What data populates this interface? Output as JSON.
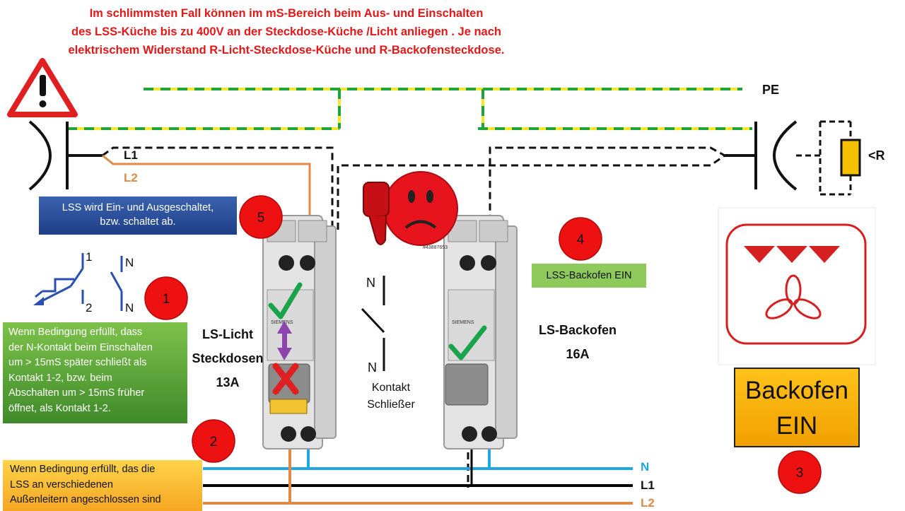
{
  "title_lines": [
    "Im schlimmsten Fall können im  mS-Bereich beim Aus- und Einschalten",
    "des LSS-Küche bis zu 400V an der Steckdose-Küche  /Licht anliegen . Je nach",
    "elektrischem  Widerstand  R-Licht-Steckdose-Küche  und   R-Backofensteckdose."
  ],
  "labels": {
    "pe": "PE",
    "l1_top": "L1",
    "l2_top": "L2",
    "resistor": "<R",
    "switch_1": "1",
    "switch_2": "2",
    "switch_n1": "N",
    "switch_n2": "N",
    "ls_licht": [
      "LS-Licht",
      "Steckdosen",
      "13A"
    ],
    "ls_backofen": [
      "LS-Backofen",
      "16A"
    ],
    "kontakt_n_top": "N",
    "kontakt_n_bottom": "N",
    "kontakt": [
      "Kontakt",
      "Schließer"
    ],
    "bus_n": "N",
    "bus_l1": "L1",
    "bus_l2": "L2",
    "stock_number": "#43887653",
    "siemens": "SIEMENS"
  },
  "boxes": {
    "blue": [
      "LSS wird Ein- und Ausgeschaltet,",
      "bzw. schaltet ab."
    ],
    "green": [
      "Wenn Bedingung erfüllt, dass",
      "der N-Kontakt beim Einschalten",
      "um > 15mS später schließt als",
      "Kontakt 1-2, bzw. beim",
      "Abschalten um > 15mS früher",
      "öffnet, als Kontakt 1-2."
    ],
    "orange": [
      "Wenn Bedingung erfüllt, das die",
      "LSS an verschiedenen",
      "Außenleitern angeschlossen sind"
    ],
    "lss_backofen_ein": "LSS-Backofen EIN",
    "backofen_button": [
      "Backofen",
      "EIN"
    ]
  },
  "markers": [
    "1",
    "2",
    "3",
    "4",
    "5"
  ],
  "colors": {
    "title_red": "#e41818",
    "marker_red": "#ee1111",
    "neutral_blue": "#1ea7e1",
    "l1_black": "#000000",
    "l2_orange": "#e08a45",
    "pe_green": "#1fa33a",
    "pe_yellow": "#f2e829",
    "resistor_yellow": "#f5c000",
    "check_green": "#19a34a",
    "arrow_purple": "#8e44ad",
    "cross_red": "#e02020",
    "oven_red": "#d61f1f"
  },
  "icons": [
    "warning-triangle-icon",
    "thumbs-down-smiley-icon",
    "oven-fan-symbol-icon",
    "checkmark-icon",
    "cross-icon",
    "up-down-arrow-icon"
  ]
}
